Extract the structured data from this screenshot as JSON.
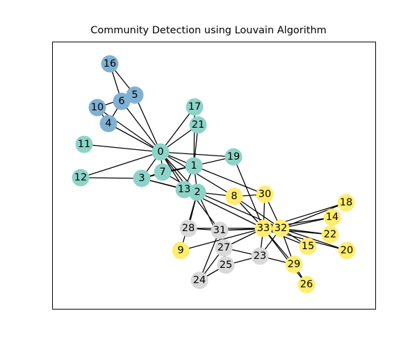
{
  "title": "Community Detection using Louvain Algorithm",
  "community_colors": {
    "A": "#8dd3c7",
    "B": "#80b1d3",
    "C": "#ffed6f",
    "D": "#d9d9d9"
  },
  "nodes": [
    {
      "id": "0",
      "community": "A"
    },
    {
      "id": "1",
      "community": "A"
    },
    {
      "id": "2",
      "community": "A"
    },
    {
      "id": "3",
      "community": "A"
    },
    {
      "id": "4",
      "community": "B"
    },
    {
      "id": "5",
      "community": "B"
    },
    {
      "id": "6",
      "community": "B"
    },
    {
      "id": "7",
      "community": "A"
    },
    {
      "id": "8",
      "community": "C"
    },
    {
      "id": "9",
      "community": "C"
    },
    {
      "id": "10",
      "community": "B"
    },
    {
      "id": "11",
      "community": "A"
    },
    {
      "id": "12",
      "community": "A"
    },
    {
      "id": "13",
      "community": "A"
    },
    {
      "id": "14",
      "community": "C"
    },
    {
      "id": "15",
      "community": "C"
    },
    {
      "id": "16",
      "community": "B"
    },
    {
      "id": "17",
      "community": "A"
    },
    {
      "id": "18",
      "community": "C"
    },
    {
      "id": "19",
      "community": "A"
    },
    {
      "id": "20",
      "community": "C"
    },
    {
      "id": "21",
      "community": "A"
    },
    {
      "id": "22",
      "community": "C"
    },
    {
      "id": "23",
      "community": "D"
    },
    {
      "id": "24",
      "community": "D"
    },
    {
      "id": "25",
      "community": "D"
    },
    {
      "id": "26",
      "community": "C"
    },
    {
      "id": "27",
      "community": "D"
    },
    {
      "id": "28",
      "community": "D"
    },
    {
      "id": "29",
      "community": "C"
    },
    {
      "id": "30",
      "community": "C"
    },
    {
      "id": "31",
      "community": "D"
    },
    {
      "id": "32",
      "community": "C"
    },
    {
      "id": "33",
      "community": "C"
    }
  ],
  "edges": [
    [
      0,
      1
    ],
    [
      0,
      2
    ],
    [
      0,
      3
    ],
    [
      0,
      4
    ],
    [
      0,
      5
    ],
    [
      0,
      6
    ],
    [
      0,
      7
    ],
    [
      0,
      8
    ],
    [
      0,
      10
    ],
    [
      0,
      11
    ],
    [
      0,
      12
    ],
    [
      0,
      13
    ],
    [
      0,
      17
    ],
    [
      0,
      19
    ],
    [
      0,
      21
    ],
    [
      0,
      31
    ],
    [
      1,
      2
    ],
    [
      1,
      3
    ],
    [
      1,
      7
    ],
    [
      1,
      13
    ],
    [
      1,
      17
    ],
    [
      1,
      19
    ],
    [
      1,
      21
    ],
    [
      1,
      30
    ],
    [
      2,
      3
    ],
    [
      2,
      7
    ],
    [
      2,
      8
    ],
    [
      2,
      9
    ],
    [
      2,
      13
    ],
    [
      2,
      27
    ],
    [
      2,
      28
    ],
    [
      2,
      32
    ],
    [
      3,
      7
    ],
    [
      3,
      12
    ],
    [
      3,
      13
    ],
    [
      4,
      6
    ],
    [
      4,
      10
    ],
    [
      5,
      6
    ],
    [
      5,
      10
    ],
    [
      5,
      16
    ],
    [
      6,
      16
    ],
    [
      8,
      30
    ],
    [
      8,
      32
    ],
    [
      8,
      33
    ],
    [
      9,
      33
    ],
    [
      13,
      33
    ],
    [
      14,
      32
    ],
    [
      14,
      33
    ],
    [
      15,
      32
    ],
    [
      15,
      33
    ],
    [
      18,
      32
    ],
    [
      18,
      33
    ],
    [
      19,
      33
    ],
    [
      20,
      32
    ],
    [
      20,
      33
    ],
    [
      22,
      32
    ],
    [
      22,
      33
    ],
    [
      23,
      25
    ],
    [
      23,
      27
    ],
    [
      23,
      29
    ],
    [
      23,
      32
    ],
    [
      23,
      33
    ],
    [
      24,
      25
    ],
    [
      24,
      27
    ],
    [
      24,
      31
    ],
    [
      25,
      31
    ],
    [
      26,
      29
    ],
    [
      26,
      33
    ],
    [
      27,
      33
    ],
    [
      28,
      31
    ],
    [
      28,
      33
    ],
    [
      29,
      32
    ],
    [
      29,
      33
    ],
    [
      30,
      32
    ],
    [
      30,
      33
    ],
    [
      31,
      32
    ],
    [
      31,
      33
    ],
    [
      32,
      33
    ]
  ]
}
